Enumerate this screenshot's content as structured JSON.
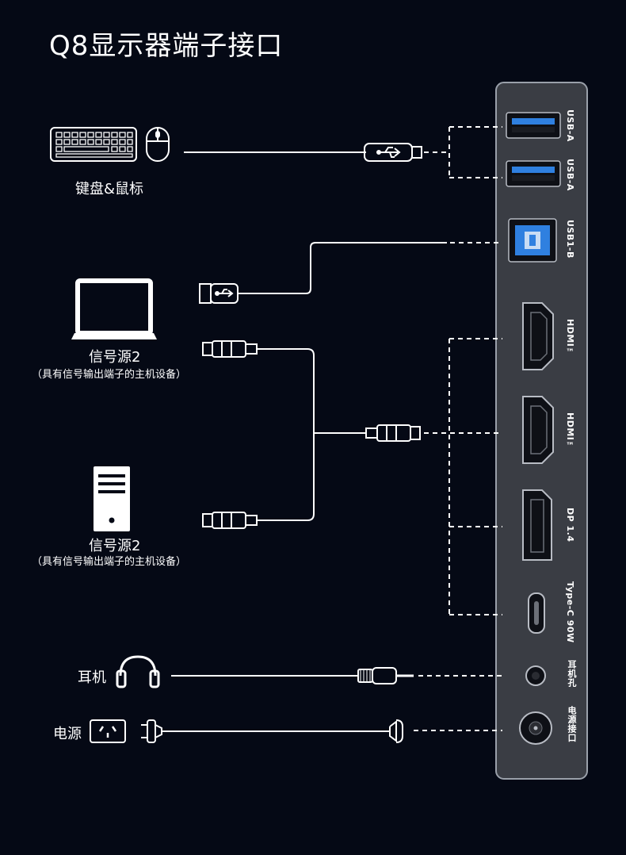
{
  "title": "Q8显示器端子接口",
  "colors": {
    "background": "#050915",
    "panel": "#3a3d44",
    "panel_border": "#9aa0aa",
    "usb_blue": "#2f80e0",
    "line": "#ffffff"
  },
  "devices": {
    "keyboard_mouse": "键盘&鼠标",
    "source_laptop": "信号源2",
    "source_laptop_note": "（具有信号输出端子的主机设备）",
    "source_pc": "信号源2",
    "source_pc_note": "（具有信号输出端子的主机设备）",
    "headphone": "耳机",
    "power": "电源"
  },
  "ports": {
    "usb_a_1": "USB-A",
    "usb_a_2": "USB-A",
    "usb_b": "USB1-B",
    "hdmi_1": "HDMI™",
    "hdmi_2": "HDMI™",
    "dp": "DP 1.4",
    "type_c": "Type-C 90W",
    "audio": "耳机孔",
    "power_in": "电源接口"
  }
}
